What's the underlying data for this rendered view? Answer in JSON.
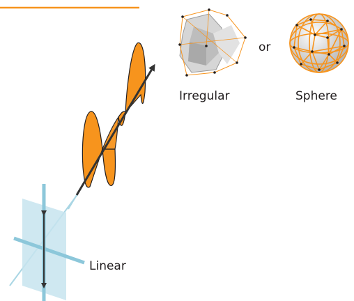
{
  "labels": {
    "or": "or",
    "irregular": "Irregular",
    "sphere": "Sphere",
    "linear": "Linear"
  },
  "colors": {
    "accent_orange": "#f7941d",
    "wave_fill": "#f7941d",
    "polarizer_plane": "#c7e4ee",
    "polarizer_axis": "#8cc7da",
    "arrow": "#333333",
    "shape_gray": "#c8c8c8"
  },
  "icons": [
    "irregular-polyhedron-icon",
    "geodesic-sphere-icon",
    "polarization-arrow-icon"
  ]
}
